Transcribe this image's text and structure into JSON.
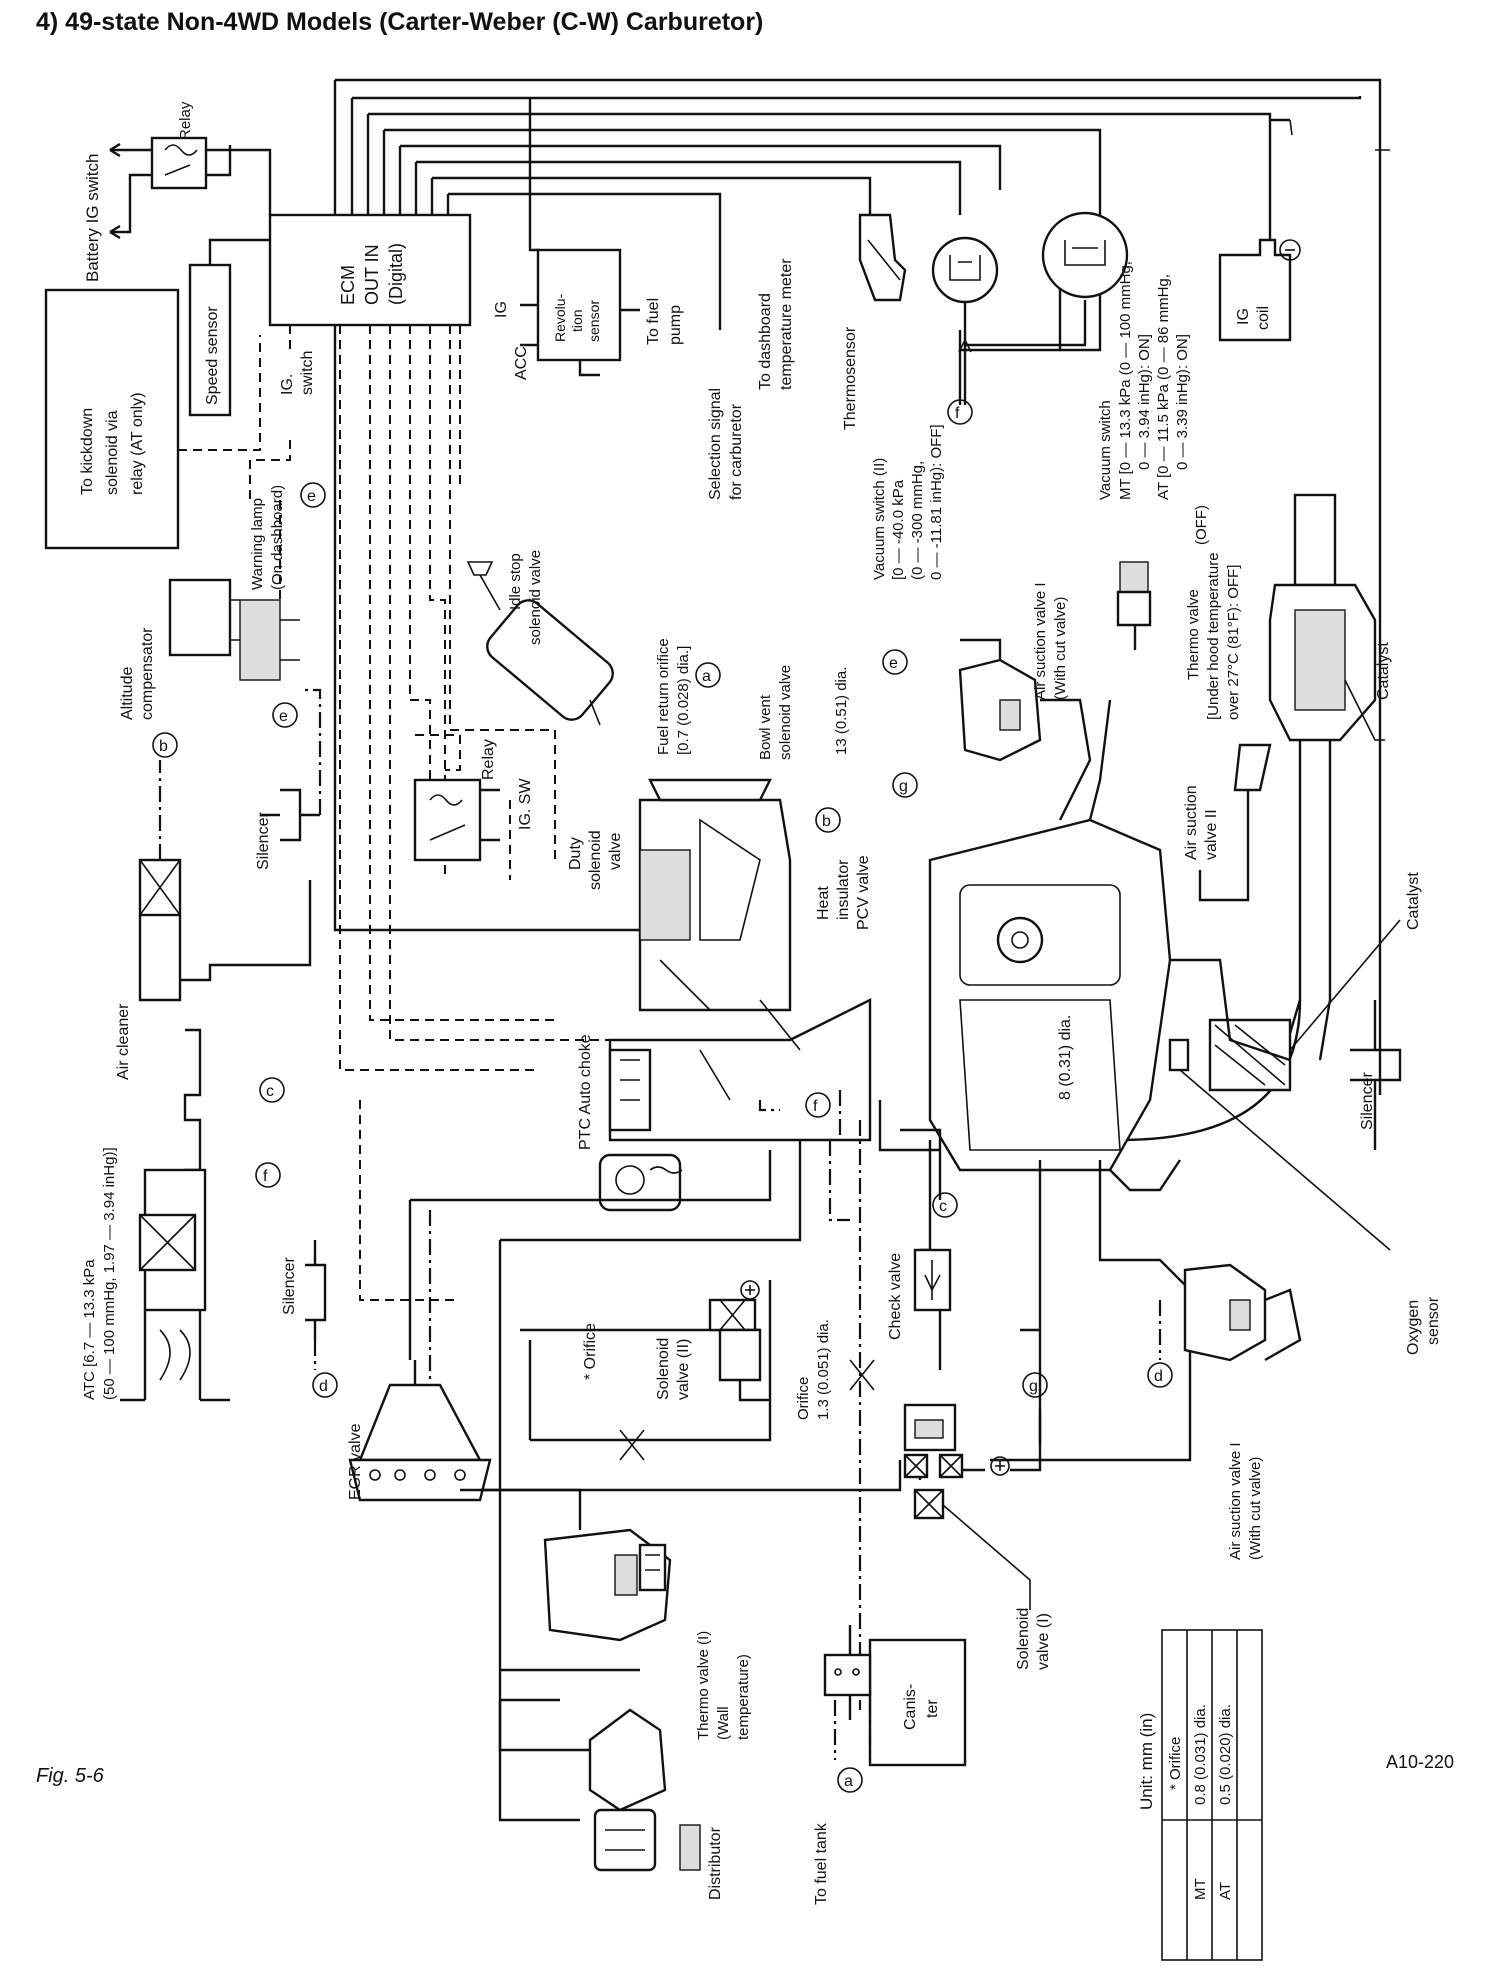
{
  "title": "4)  49-state Non-4WD Models (Carter-Weber (C-W) Carburetor)",
  "figure_label": "Fig. 5-6",
  "figure_code": "A10-220",
  "labels": {
    "relay_top": "Relay",
    "battery": "Battery IG switch",
    "kickdown": [
      "To kickdown",
      "solenoid via",
      "relay (AT only)"
    ],
    "speed_sensor": "Speed sensor",
    "ecm": [
      "ECM",
      "OUT IN",
      "(Digital)"
    ],
    "ig_switch": [
      "IG.",
      "switch"
    ],
    "warning_lamp": [
      "Warning lamp",
      "(On dashboard)"
    ],
    "ig": "IG",
    "acc": "ACC",
    "rev_sensor": [
      "Revolu-",
      "tion",
      "sensor"
    ],
    "fuel_pump": [
      "To fuel",
      "pump"
    ],
    "selection": [
      "Selection signal",
      "for carburetor"
    ],
    "temp_meter": [
      "To dashboard",
      "temperature meter"
    ],
    "thermosensor": "Thermosensor",
    "vac_switch_2": [
      "Vacuum switch (II)",
      "[0 — -40.0 kPa",
      "(0 — -300 mmHg,",
      "0 — -11.81 inHg): OFF]"
    ],
    "vac_switch": [
      "Vacuum switch",
      "MT [0 — 13.3 kPa (0 — 100 mmHg,",
      "0 — 3.94 inHg): ON]",
      "AT [0 — 11.5 kPa (0 — 86 mmHg,",
      "0 — 3.39 inHg): ON]",
      "(OFF)"
    ],
    "ig_coil": [
      "IG",
      "coil"
    ],
    "altitude": [
      "Altitude",
      "compensator"
    ],
    "idle_stop": [
      "Idle stop",
      "solenoid valve"
    ],
    "fuel_return": [
      "Fuel return orifice",
      "[0.7 (0.028) dia.]"
    ],
    "bowl_vent": [
      "Bowl vent",
      "solenoid valve"
    ],
    "dia13": "13 (0.51) dia.",
    "asv1_top": [
      "Air suction valve I",
      "(With cut valve)"
    ],
    "thermo_valve_top": [
      "Thermo valve",
      "[Under hood temperature",
      "over 27°C (81°F): OFF]"
    ],
    "catalyst": "Catalyst",
    "asv2": [
      "Air suction",
      "valve II"
    ],
    "relay_mid": "Relay",
    "ig_sw": "IG. SW",
    "duty": [
      "Duty",
      "solenoid",
      "valve"
    ],
    "heat_ins": [
      "Heat",
      "insulator"
    ],
    "pcv": "PCV valve",
    "silencer": "Silencer",
    "air_cleaner": "Air cleaner",
    "ptc": "PTC Auto choke",
    "dia8": "8 (0.31) dia.",
    "oxygen": [
      "Oxygen",
      "sensor"
    ],
    "atc": [
      "ATC [6.7 — 13.3 kPa",
      "(50 — 100 mmHg, 1.97 — 3.94 inHg)]"
    ],
    "egr": "EGR valve",
    "orifice_star": "* Orifice",
    "solenoid2": [
      "Solenoid",
      "valve (II)"
    ],
    "orifice13": [
      "Orifice",
      "1.3 (0.051) dia."
    ],
    "check_valve": "Check valve",
    "asv1_bot": [
      "Air suction valve I",
      "(With cut valve)"
    ],
    "thermo_valve_1": [
      "Thermo valve (I)",
      "(Wall",
      "temperature)"
    ],
    "solenoid1": [
      "Solenoid",
      "valve (I)"
    ],
    "canister": [
      "Canis-",
      "ter"
    ],
    "distributor": "Distributor",
    "fuel_tank": "To fuel tank"
  },
  "orifice_table": {
    "unit": "Unit: mm (in)",
    "header": [
      "",
      "* Orifice"
    ],
    "rows": [
      [
        "MT",
        "0.8 (0.031) dia."
      ],
      [
        "AT",
        "0.5 (0.020) dia."
      ]
    ]
  },
  "markers": [
    "a",
    "b",
    "c",
    "d",
    "e",
    "f",
    "g"
  ]
}
